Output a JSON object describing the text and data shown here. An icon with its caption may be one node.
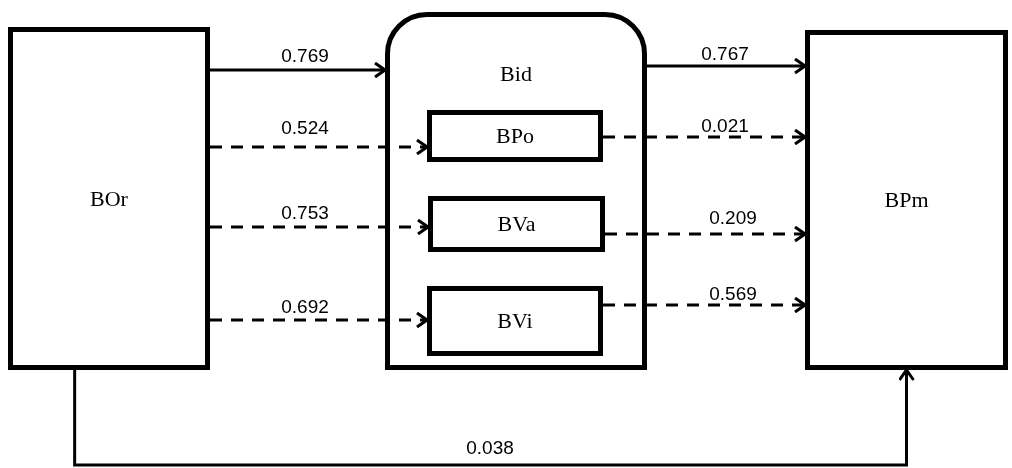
{
  "diagram": {
    "nodes": [
      {
        "text": [
          "BOr"
        ]
      },
      {
        "text": [
          "Bid"
        ]
      },
      {
        "text": [
          "BPo"
        ],
        "in": 1
      },
      {
        "text": [
          "BVa"
        ],
        "in": 1
      },
      {
        "text": [
          "BVi"
        ],
        "in": 1
      },
      {
        "text": [
          "BPm"
        ]
      }
    ],
    "edges": [
      {
        "from": 0,
        "to": 1,
        "arrow": "to",
        "label": "0.769"
      },
      {
        "from": 0,
        "to": 2,
        "arrow": "to",
        "label": "0.524",
        "style": "dashed"
      },
      {
        "from": 0,
        "to": 3,
        "arrow": "to",
        "label": "0.753",
        "style": "dashed"
      },
      {
        "from": 0,
        "to": 4,
        "arrow": "to",
        "label": "0.692",
        "style": "dashed"
      },
      {
        "from": 1,
        "to": 5,
        "arrow": "to",
        "label": "0.767"
      },
      {
        "from": 2,
        "to": 5,
        "arrow": "to",
        "label": "0.021",
        "style": "dashed"
      },
      {
        "from": 3,
        "to": 5,
        "arrow": "to",
        "label": "0.209",
        "style": "dashed"
      },
      {
        "from": 4,
        "to": 5,
        "arrow": "to",
        "label": "0.569",
        "style": "dashed"
      },
      {
        "from": 0,
        "to": 5,
        "arrow": "to",
        "label": "0.038"
      }
    ]
  }
}
